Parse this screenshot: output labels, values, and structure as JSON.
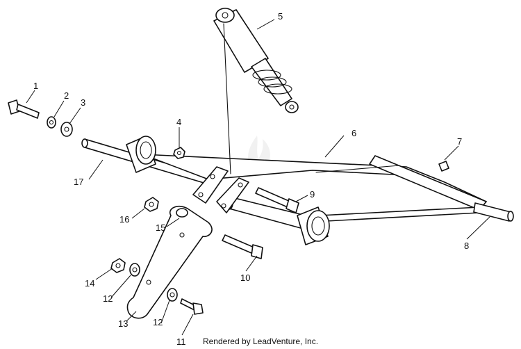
{
  "diagram": {
    "callouts": [
      {
        "id": "1",
        "label": "1"
      },
      {
        "id": "2",
        "label": "2"
      },
      {
        "id": "3",
        "label": "3"
      },
      {
        "id": "4",
        "label": "4"
      },
      {
        "id": "5",
        "label": "5"
      },
      {
        "id": "6",
        "label": "6"
      },
      {
        "id": "7",
        "label": "7"
      },
      {
        "id": "8",
        "label": "8"
      },
      {
        "id": "9",
        "label": "9"
      },
      {
        "id": "10",
        "label": "10"
      },
      {
        "id": "11",
        "label": "11"
      },
      {
        "id": "12a",
        "label": "12"
      },
      {
        "id": "12b",
        "label": "12"
      },
      {
        "id": "13",
        "label": "13"
      },
      {
        "id": "14",
        "label": "14"
      },
      {
        "id": "15",
        "label": "15"
      },
      {
        "id": "16",
        "label": "16"
      },
      {
        "id": "17",
        "label": "17"
      }
    ]
  },
  "footer": {
    "text": "Rendered by LeadVenture, Inc."
  }
}
